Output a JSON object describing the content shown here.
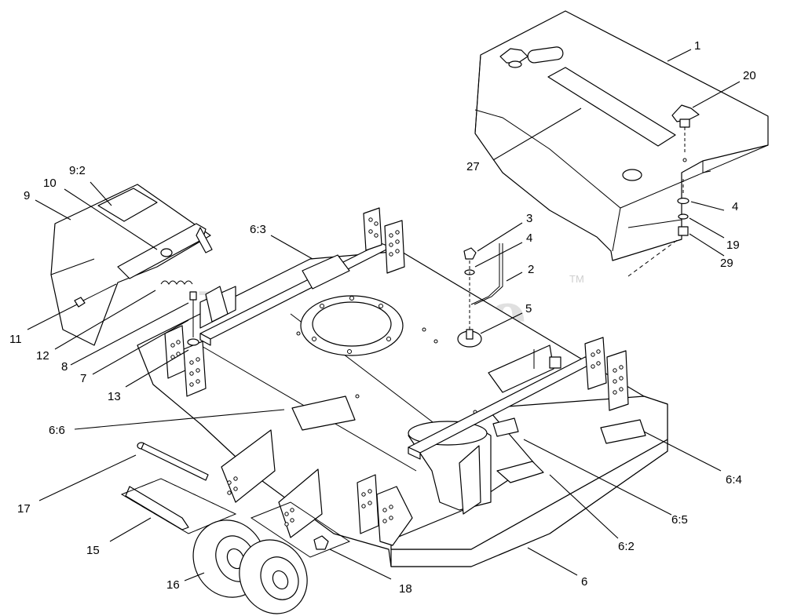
{
  "watermark": {
    "text": "PartsTree",
    "trademark": "TM"
  },
  "callouts": [
    {
      "id": "c1",
      "text": "1"
    },
    {
      "id": "c20",
      "text": "20"
    },
    {
      "id": "c27",
      "text": "27"
    },
    {
      "id": "c4a",
      "text": "4"
    },
    {
      "id": "c19",
      "text": "19"
    },
    {
      "id": "c29",
      "text": "29"
    },
    {
      "id": "c3",
      "text": "3"
    },
    {
      "id": "c4b",
      "text": "4"
    },
    {
      "id": "c2",
      "text": "2"
    },
    {
      "id": "c5",
      "text": "5"
    },
    {
      "id": "c63",
      "text": "6:3"
    },
    {
      "id": "c92",
      "text": "9:2"
    },
    {
      "id": "c10",
      "text": "10"
    },
    {
      "id": "c9",
      "text": "9"
    },
    {
      "id": "c11",
      "text": "11"
    },
    {
      "id": "c12",
      "text": "12"
    },
    {
      "id": "c8",
      "text": "8"
    },
    {
      "id": "c7",
      "text": "7"
    },
    {
      "id": "c13",
      "text": "13"
    },
    {
      "id": "c66",
      "text": "6:6"
    },
    {
      "id": "c17",
      "text": "17"
    },
    {
      "id": "c15",
      "text": "15"
    },
    {
      "id": "c16",
      "text": "16"
    },
    {
      "id": "c18",
      "text": "18"
    },
    {
      "id": "c6",
      "text": "6"
    },
    {
      "id": "c62",
      "text": "6:2"
    },
    {
      "id": "c65",
      "text": "6:5"
    },
    {
      "id": "c64",
      "text": "6:4"
    }
  ]
}
